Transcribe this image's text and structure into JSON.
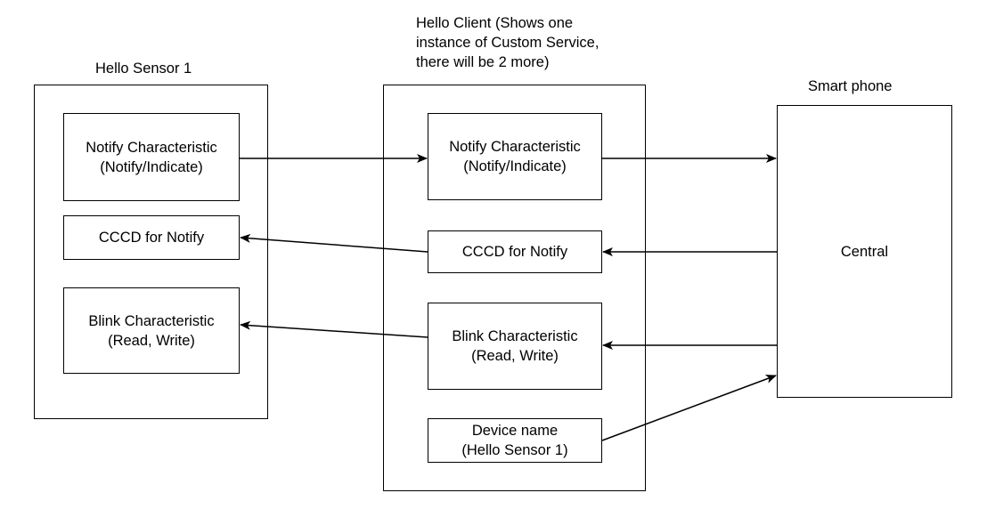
{
  "hello_sensor": {
    "title": "Hello Sensor 1",
    "notify_char": "Notify Characteristic\n(Notify/Indicate)",
    "cccd": "CCCD for Notify",
    "blink_char": "Blink Characteristic\n(Read, Write)"
  },
  "hello_client": {
    "title": "Hello Client (Shows one\ninstance of Custom Service,\nthere will be 2 more)",
    "notify_char": "Notify Characteristic\n(Notify/Indicate)",
    "cccd": "CCCD for Notify",
    "blink_char": "Blink Characteristic\n(Read, Write)",
    "device_name": "Device name\n(Hello Sensor 1)"
  },
  "smart_phone": {
    "title": "Smart phone",
    "central": "Central"
  },
  "colors": {
    "stroke": "#000000",
    "background": "#ffffff"
  }
}
